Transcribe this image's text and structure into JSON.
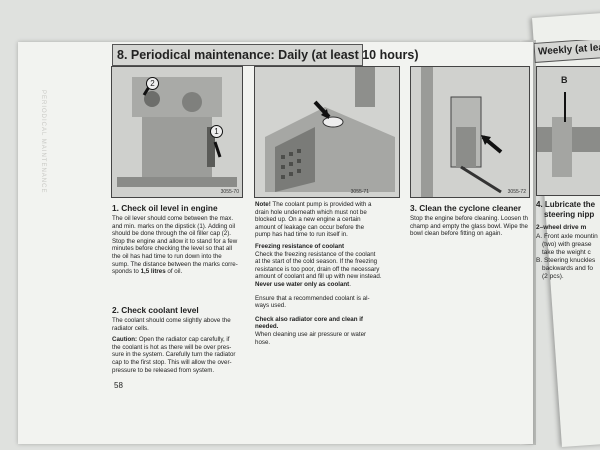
{
  "page": {
    "header": "8. Periodical maintenance: Daily (at least 10 hours)",
    "page_number": "58",
    "side_tab": "PERIODICAL MAINTENANCE"
  },
  "figures": {
    "fig1": {
      "number": "3055-70",
      "callouts": [
        "2",
        "1"
      ]
    },
    "fig2": {
      "number": "3055-71"
    },
    "fig3": {
      "number": "3055-72"
    }
  },
  "sections": {
    "oil": {
      "title": "1. Check oil level in engine",
      "lines": [
        "The oil lever should come between the max.",
        "and min. marks on the dipstick (1). Adding oil",
        "should be done through the oil filler cap (2).",
        "Stop the engine and allow it to stand for a few",
        "minutes before checking the level so that all",
        "the oil has had time to run down into the",
        "sump. The distance between the marks corre-"
      ],
      "last_line_prefix": "sponds to ",
      "last_line_bold": "1,5 litres",
      "last_line_suffix": " of oil."
    },
    "coolant": {
      "title": "2. Check coolant level",
      "lines": [
        "The coolant should come slightly above the",
        "radiator cells."
      ],
      "caution_label": "Caution:",
      "caution_lines": [
        " Open the radiator cap carefully, if",
        "the coolant is hot as there will be over pres-",
        "sure in the system. Carefully turn the radiator",
        "cap to the first stop. This will allow the over-",
        "pressure to be released from system."
      ]
    },
    "note": {
      "label": "Note!",
      "lines": [
        " The coolant pump is provided with a",
        "drain hole underneath which must not be",
        "blocked up. On a new engine a certain",
        "amount of leakage can occur before the",
        "pump has had time to run itself in."
      ]
    },
    "freezing": {
      "title": "Freezing resistance of coolant",
      "lines": [
        "Check the freezing resistance of the coolant",
        "at the start of the cold season. If the freezing",
        "resistance is too poor, drain off the necessary",
        "amount of coolant and fill up with new instead."
      ],
      "warning": "Never use water only as coolant",
      "warning_suffix": "."
    },
    "ensure": {
      "lines": [
        "Ensure that a recommended coolant is al-",
        "ways used."
      ]
    },
    "radiator": {
      "title_lines": [
        "Check also radiator core and clean if",
        "needed."
      ],
      "lines": [
        "When cleaning use air pressure or water",
        "hose."
      ]
    },
    "cyclone": {
      "title": "3. Clean the cyclone cleaner",
      "lines": [
        "Stop the engine before cleaning. Loosen the",
        "champ and empty the glass bowl. Wipe the",
        "bowl clean before fitting on again."
      ]
    }
  },
  "right_page": {
    "header": "Weekly (at least",
    "fig_callout": "B",
    "title_lines": [
      "4. Lubricate the",
      "steering nipp"
    ],
    "sub": "2–wheel drive m",
    "lines": [
      "A. Front axle mountin",
      "(two) with grease",
      "take the weight c",
      "B. Steering knuckles",
      "backwards and fo",
      "(2 pcs)."
    ]
  }
}
